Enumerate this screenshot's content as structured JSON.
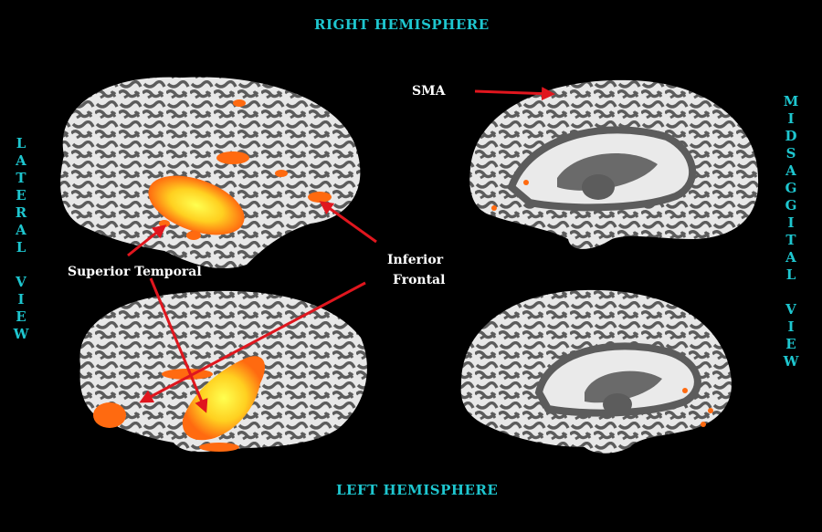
{
  "headers": {
    "top": "RIGHT HEMISPHERE",
    "bottom": "LEFT HEMISPHERE"
  },
  "side_labels": {
    "left": [
      "L",
      "A",
      "T",
      "E",
      "R",
      "A",
      "L",
      "",
      "V",
      "I",
      "E",
      "W"
    ],
    "right": [
      "M",
      "I",
      "D",
      "S",
      "A",
      "G",
      "G",
      "I",
      "T",
      "A",
      "L",
      "",
      "V",
      "I",
      "E",
      "W"
    ]
  },
  "annotations": {
    "sma": "SMA",
    "superior_temporal": "Superior Temporal",
    "inferior_frontal_line1": "Inferior",
    "inferior_frontal_line2": "Frontal"
  },
  "colors": {
    "background": "#000000",
    "title_cyan": "#1ec6cf",
    "arrow_red": "#e0161e",
    "cortex_light": "#e8e8e8",
    "cortex_dark": "#5c5c5c",
    "activation_orange": "#ff6a10",
    "activation_yellow": "#ffff40"
  }
}
